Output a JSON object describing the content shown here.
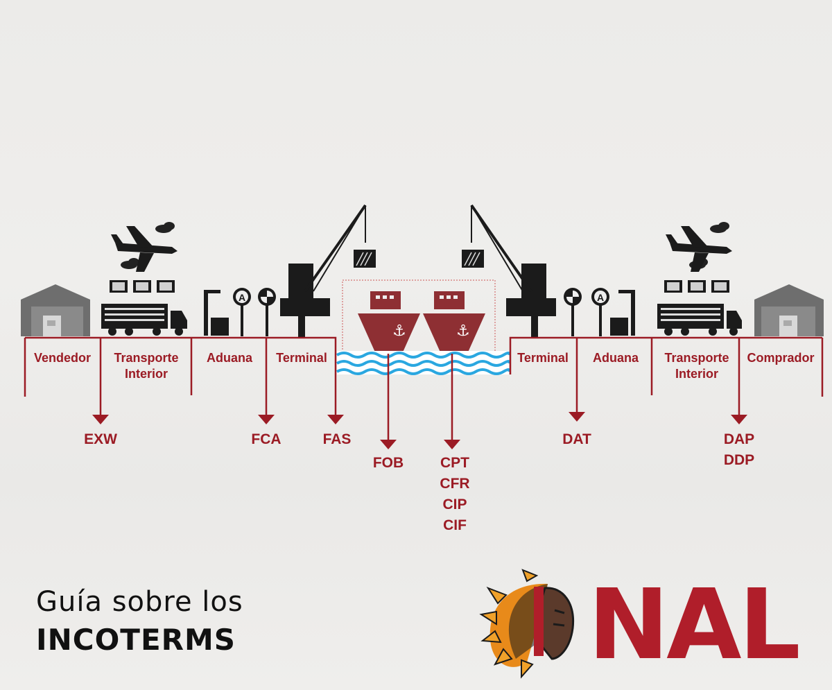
{
  "diagram": {
    "segments_left": [
      {
        "id": "vendedor",
        "label": "Vendedor"
      },
      {
        "id": "transporte-left",
        "label": "Transporte Interior"
      },
      {
        "id": "aduana-left",
        "label": "Aduana"
      },
      {
        "id": "terminal-left",
        "label": "Terminal"
      }
    ],
    "segments_right": [
      {
        "id": "terminal-right",
        "label": "Terminal"
      },
      {
        "id": "aduana-right",
        "label": "Aduana"
      },
      {
        "id": "transporte-right",
        "label": "Transporte Interior"
      },
      {
        "id": "comprador",
        "label": "Comprador"
      }
    ],
    "terms": {
      "exw": "EXW",
      "fca": "FCA",
      "fas": "FAS",
      "fob": "FOB",
      "cpt": "CPT",
      "cfr": "CFR",
      "cip": "CIP",
      "cif": "CIF",
      "dat": "DAT",
      "dap": "DAP",
      "ddp": "DDP"
    },
    "sign_letter": "A"
  },
  "title": {
    "line1": "Guía sobre los",
    "line2": "INCOTERMS"
  },
  "logo": {
    "text": "NAL"
  },
  "colors": {
    "accent": "#9b1b24",
    "dark": "#1b1b1b",
    "water": "#2aa7e0",
    "warehouse": "#6d6d6d",
    "ship": "#8e2f33"
  }
}
